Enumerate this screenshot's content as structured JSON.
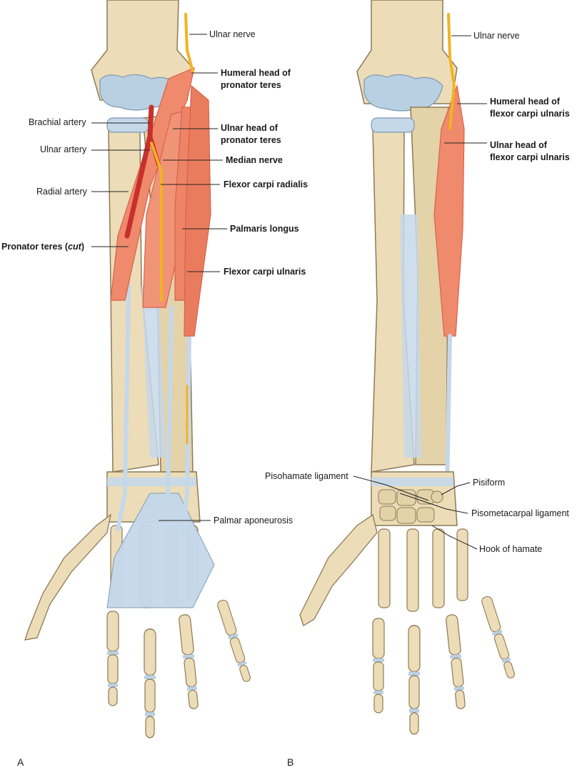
{
  "colors": {
    "bone": "#ecdcb8",
    "bone_shade": "#d2bd8e",
    "bone_outline": "#8c7a55",
    "cartilage": "#b9d0e2",
    "tendon": "#c5d8ea",
    "muscle": "#ef8a6c",
    "muscle_dark": "#d9614a",
    "artery": "#c8302c",
    "nerve": "#f2b321",
    "leader": "#222222"
  },
  "panels": {
    "a": {
      "letter": "A",
      "labels": {
        "ulnar_nerve": "Ulnar nerve",
        "humeral_head_1": "Humeral head of",
        "humeral_head_2": "pronator teres",
        "brachial_artery": "Brachial artery",
        "ulnar_head_1": "Ulnar head of",
        "ulnar_head_2": "pronator teres",
        "ulnar_artery": "Ulnar artery",
        "median_nerve": "Median nerve",
        "radial_artery": "Radial artery",
        "flexor_carpi_radialis": "Flexor carpi radialis",
        "palmaris_longus": "Palmaris longus",
        "pronator_teres_cut_1": "Pronator teres (",
        "pronator_teres_cut_italic": "cut",
        "pronator_teres_cut_2": ")",
        "flexor_carpi_ulnaris": "Flexor carpi ulnaris",
        "palmar_aponeurosis": "Palmar aponeurosis"
      }
    },
    "b": {
      "letter": "B",
      "labels": {
        "ulnar_nerve": "Ulnar nerve",
        "humeral_head_fcu_1": "Humeral head of",
        "humeral_head_fcu_2": "flexor carpi ulnaris",
        "ulnar_head_fcu_1": "Ulnar head of",
        "ulnar_head_fcu_2": "flexor carpi ulnaris",
        "pisohamate_ligament": "Pisohamate ligament",
        "pisiform": "Pisiform",
        "pisometacarpal_ligament": "Pisometacarpal ligament",
        "hook_of_hamate": "Hook of hamate"
      }
    }
  }
}
